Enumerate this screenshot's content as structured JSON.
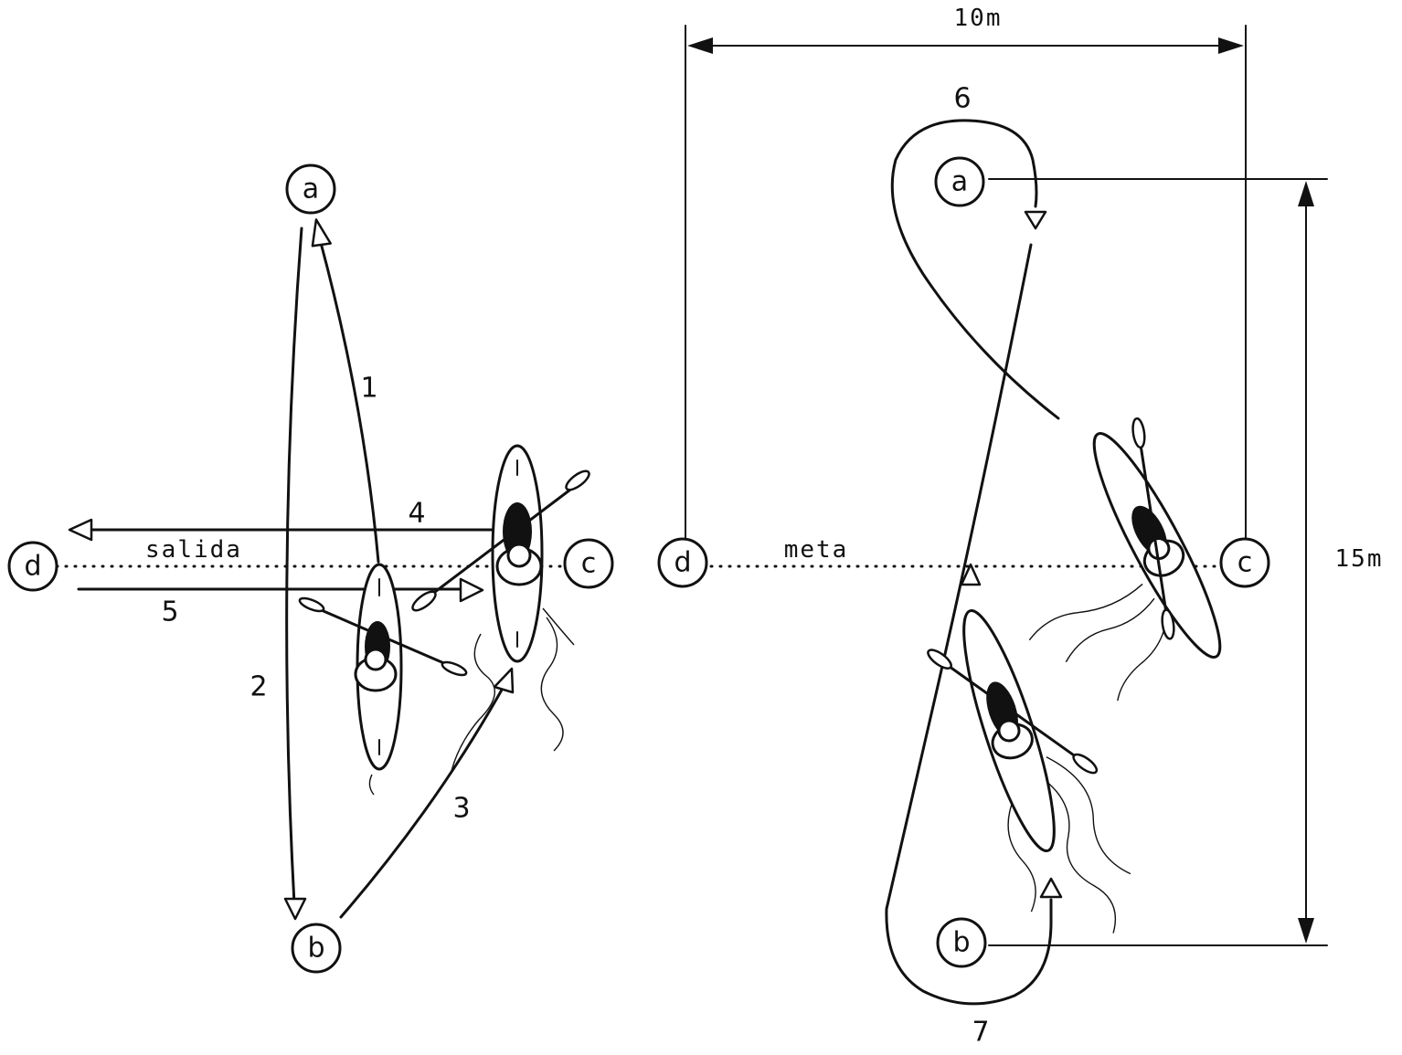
{
  "markers": {
    "left": {
      "a": "a",
      "b": "b",
      "c": "c",
      "d": "d"
    },
    "right": {
      "a": "a",
      "b": "b",
      "c": "c",
      "d": "d"
    }
  },
  "labels": {
    "start": "salida",
    "finish": "meta",
    "width": "10m",
    "height": "15m"
  },
  "paths": {
    "p1": "1",
    "p2": "2",
    "p3": "3",
    "p4": "4",
    "p5": "5",
    "p6": "6",
    "p7": "7"
  }
}
